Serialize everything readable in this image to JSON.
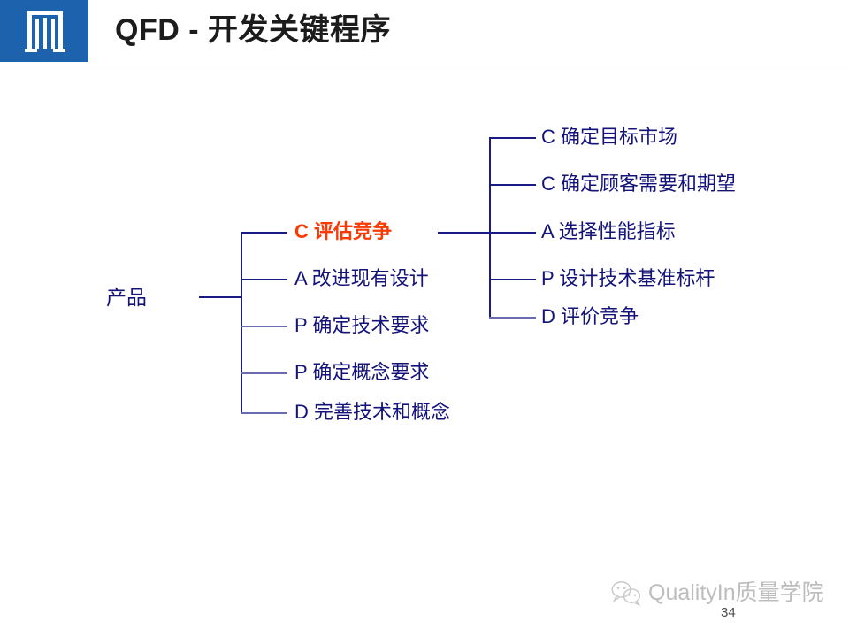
{
  "header": {
    "title": "QFD - 开发关键程序",
    "logo_icon": "institution-gate-logo-icon",
    "brand_color": "#1c62ac"
  },
  "diagram": {
    "type": "tree",
    "root": {
      "label": "产品"
    },
    "level1": [
      {
        "label": "C 评估竞争",
        "highlight": true,
        "color": "#f93a05",
        "expanded": true
      },
      {
        "label": "A 改进现有设计",
        "highlight": false,
        "color": "#13137a"
      },
      {
        "label": "P 确定技术要求",
        "highlight": false,
        "color": "#13137a"
      },
      {
        "label": "P 确定概念要求",
        "highlight": false,
        "color": "#13137a"
      },
      {
        "label": "D 完善技术和概念",
        "highlight": false,
        "color": "#13137a"
      }
    ],
    "level2_parent": "C 评估竞争",
    "level2": [
      {
        "label": "C 确定目标市场",
        "color": "#13137a"
      },
      {
        "label": "C 确定顾客需要和期望",
        "color": "#13137a"
      },
      {
        "label": "A 选择性能指标",
        "color": "#13137a"
      },
      {
        "label": "P 设计技术基准标杆",
        "color": "#13137a"
      },
      {
        "label": "D 评价竞争",
        "color": "#13137a"
      }
    ]
  },
  "footer": {
    "watermark_text": "QualityIn质量学院",
    "watermark_icon": "wechat-icon",
    "page_number": "34"
  }
}
